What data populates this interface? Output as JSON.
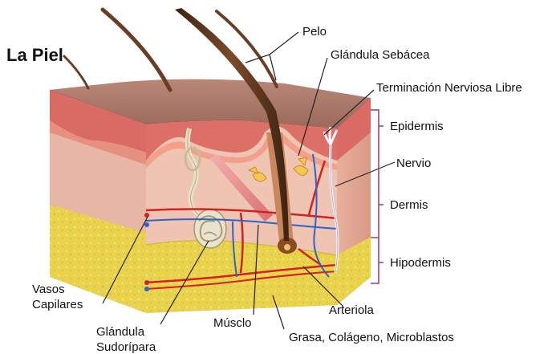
{
  "title": "La Piel",
  "labels": {
    "pelo": "Pelo",
    "glandula_sebacea": "Glándula Sebácea",
    "terminacion_nerviosa": "Terminación Nerviosa Libre",
    "epidermis": "Epidermis",
    "nervio": "Nervio",
    "dermis": "Dermis",
    "hipodermis": "Hipodermis",
    "vasos_capilares_1": "Vasos",
    "vasos_capilares_2": "Capilares",
    "glandula_sudoripara_1": "Glándula",
    "glandula_sudoripara_2": "Sudorípara",
    "musculo": "Músclo",
    "arteriola": "Arteriola",
    "grasa": "Grasa, Colágeno, Microblastos"
  },
  "colors": {
    "surface": "#a9786a",
    "epidermis": "#d9776e",
    "dermis": "#eebaa8",
    "fat": "#e8d24a",
    "artery": "#d42020",
    "vein": "#2f62c8",
    "hair": "#6a3e22",
    "leader": "#222222",
    "bracket": "#9a3a6a"
  }
}
